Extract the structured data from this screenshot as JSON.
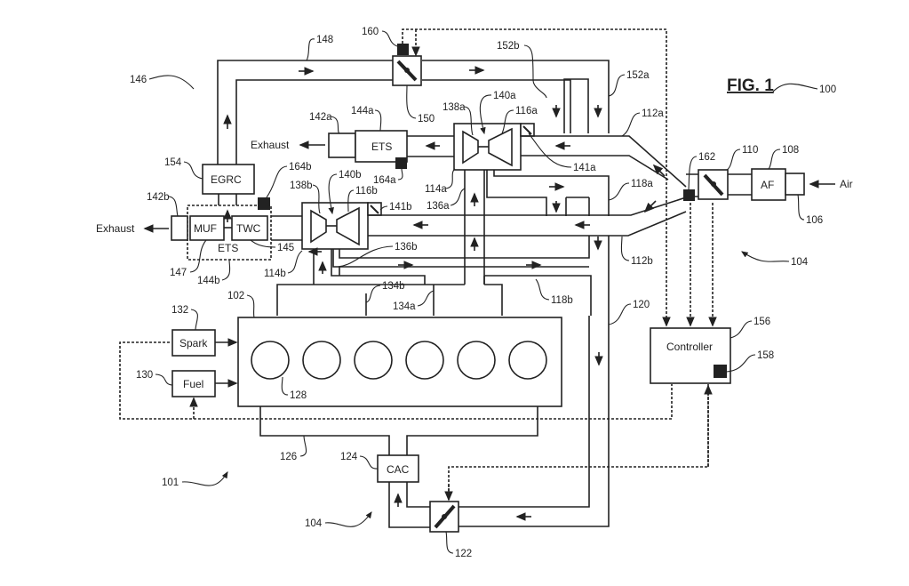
{
  "figure": {
    "title": "FIG. 1",
    "refs": {
      "system": "100",
      "engine_system": "101",
      "engine": "102",
      "intake_system": "104",
      "intake_system_lower": "104",
      "intake_inlet": "106",
      "air_filter": "108",
      "main_throttle": "110",
      "intake_branch_a": "112a",
      "intake_branch_b": "112b",
      "compressor_out_a": "114a",
      "compressor_out_b": "114b",
      "turbo_compressor_a": "116a",
      "turbo_compressor_b": "116b",
      "bypass_a": "118a",
      "bypass_b": "118b",
      "charge_duct": "120",
      "intake_throttle": "122",
      "cac": "124",
      "intake_manifold": "126",
      "cylinder": "128",
      "fuel": "130",
      "spark": "132",
      "exhaust_manifold_a": "134a",
      "exhaust_manifold_b": "134b",
      "turbine_in_a": "136a",
      "turbine_in_b": "136b",
      "turbine_a": "138a",
      "turbine_b": "138b",
      "shaft_a": "140a",
      "shaft_b": "140b",
      "valve_a": "141a",
      "valve_b": "141b",
      "exhaust_out_a": "142a",
      "exhaust_out_b": "142b",
      "ets_a": "144a",
      "ets_b": "144b",
      "twc": "145",
      "egr_system": "146",
      "muf": "147",
      "egr_passage": "148",
      "egr_valve": "150",
      "egr_branch_a": "152a",
      "egr_branch_b": "152b",
      "egrc": "154",
      "controller": "156",
      "memory": "158",
      "egr_sensor": "160",
      "intake_sensor": "162",
      "sensor_a": "164a",
      "sensor_b": "164b"
    },
    "labels": {
      "controller": "Controller",
      "spark": "Spark",
      "fuel": "Fuel",
      "cac": "CAC",
      "egrc": "EGRC",
      "ets": "ETS",
      "muf": "MUF",
      "twc": "TWC",
      "af": "AF",
      "air": "Air",
      "exhaust": "Exhaust"
    }
  }
}
